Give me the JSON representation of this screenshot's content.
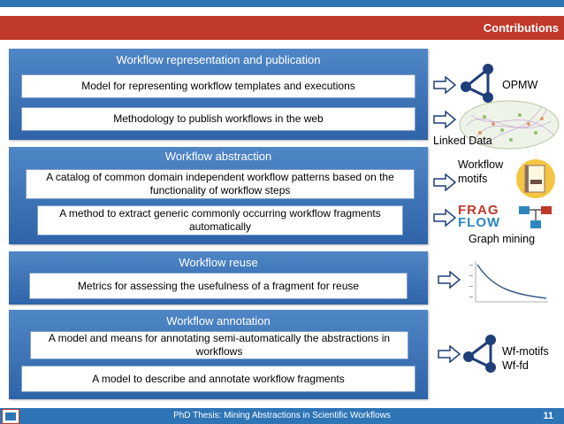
{
  "header": {
    "title": "Contributions"
  },
  "sections": [
    {
      "title": "Workflow representation and publication",
      "items": [
        "Model for representing workflow templates and executions",
        "Methodology to publish workflows in the web"
      ]
    },
    {
      "title": "Workflow abstraction",
      "items": [
        "A catalog of common domain independent workflow patterns based on the functionality of workflow steps",
        "A method to extract generic commonly occurring workflow fragments automatically"
      ]
    },
    {
      "title": "Workflow reuse",
      "items": [
        "Metrics for assessing the usefulness of a fragment for reuse"
      ]
    },
    {
      "title": "Workflow annotation",
      "items": [
        "A model and means for annotating semi-automatically the abstractions in workflows",
        "A model to describe and annotate workflow fragments"
      ]
    }
  ],
  "side": {
    "opmw": "OPMW",
    "linked_data": "Linked Data",
    "motifs_line1": "Workflow",
    "motifs_line2": "motifs",
    "frag": "FRAG",
    "flow": "FLOW",
    "graph_mining": "Graph mining",
    "wf_motifs": "Wf-motifs",
    "wf_fd": "Wf-fd"
  },
  "footer": {
    "text": "PhD Thesis: Mining Abstractions in Scientific Workflows",
    "page": "11"
  },
  "colors": {
    "header": "#c0392b",
    "section": "#3a73b8",
    "bars": "#2e75b6"
  }
}
